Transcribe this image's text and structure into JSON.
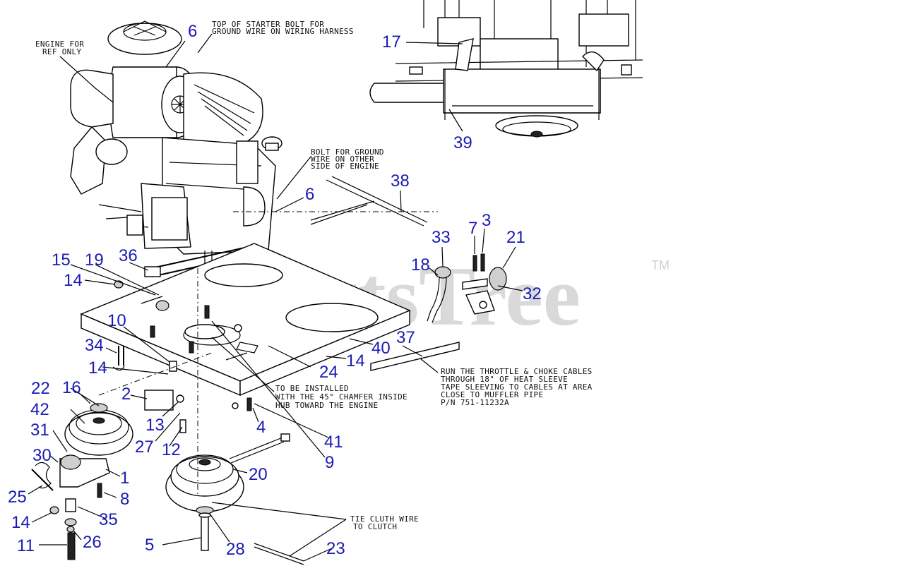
{
  "watermark": {
    "text": "PartsTree",
    "trademark": "TM"
  },
  "notes": {
    "engine_ref": [
      "ENGINE FOR",
      "REF ONLY"
    ],
    "starter_bolt": [
      "TOP OF STARTER BOLT FOR",
      "GROUND WIRE ON WIRING HARNESS"
    ],
    "ground_bolt": [
      "BOLT FOR GROUND",
      "WIRE ON OTHER",
      "SIDE OF ENGINE"
    ],
    "chamfer": [
      "TO BE INSTALLED",
      "WITH THE 45° CHAMFER INSIDE",
      "HUB TOWARD THE ENGINE"
    ],
    "throttle": [
      "RUN THE THROTTLE & CHOKE CABLES",
      "THROUGH 18\" OF HEAT SLEEVE",
      "TAPE SLEEVING TO CABLES AT AREA",
      "CLOSE TO MUFFLER PIPE",
      "P/N 751-11232A"
    ],
    "clutch_wire": [
      "TIE CLUTH WIRE",
      "TO CLUTCH"
    ]
  },
  "callouts": [
    "6",
    "17",
    "39",
    "6",
    "38",
    "33",
    "7",
    "3",
    "21",
    "18",
    "32",
    "15",
    "19",
    "36",
    "14",
    "10",
    "37",
    "40",
    "34",
    "14",
    "24",
    "22",
    "16",
    "2",
    "42",
    "13",
    "4",
    "41",
    "31",
    "27",
    "12",
    "9",
    "30",
    "20",
    "1",
    "25",
    "8",
    "14",
    "35",
    "11",
    "26",
    "5",
    "28",
    "23"
  ]
}
